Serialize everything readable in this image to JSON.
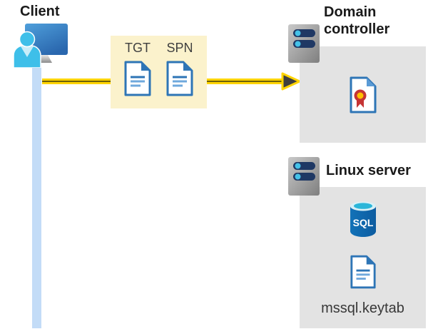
{
  "client": {
    "title": "Client"
  },
  "ticket_box": {
    "tgt_label": "TGT",
    "spn_label": "SPN"
  },
  "domain_controller": {
    "title": "Domain controller"
  },
  "linux_server": {
    "title": "Linux server",
    "sql_label": "SQL",
    "keytab_label": "mssql.keytab"
  },
  "colors": {
    "highlight_box_yellow": "#fbf2cc",
    "arrow_yellow": "#ffd400",
    "arrow_core_dark": "#6e6008",
    "arrowhead_gray": "#3f3f3f",
    "container_gray": "#e3e3e3",
    "connection_line_blue": "#c3dcf7",
    "document_blue": "#2e75b6",
    "document_fold_light_blue": "#5b9bd5",
    "sql_body_blue": "#1169b0",
    "sql_top_cyan": "#2bb6d9",
    "certificate_red": "#c53434",
    "certificate_gold": "#ffc000",
    "server_slot_navy": "#1f3864",
    "server_dot_cyan": "#45c2e8",
    "person_cyan": "#3ebfe9",
    "monitor_blue": "#3a7ec4",
    "title_text": "#1a1a1a",
    "label_text": "#3f3f3f"
  }
}
